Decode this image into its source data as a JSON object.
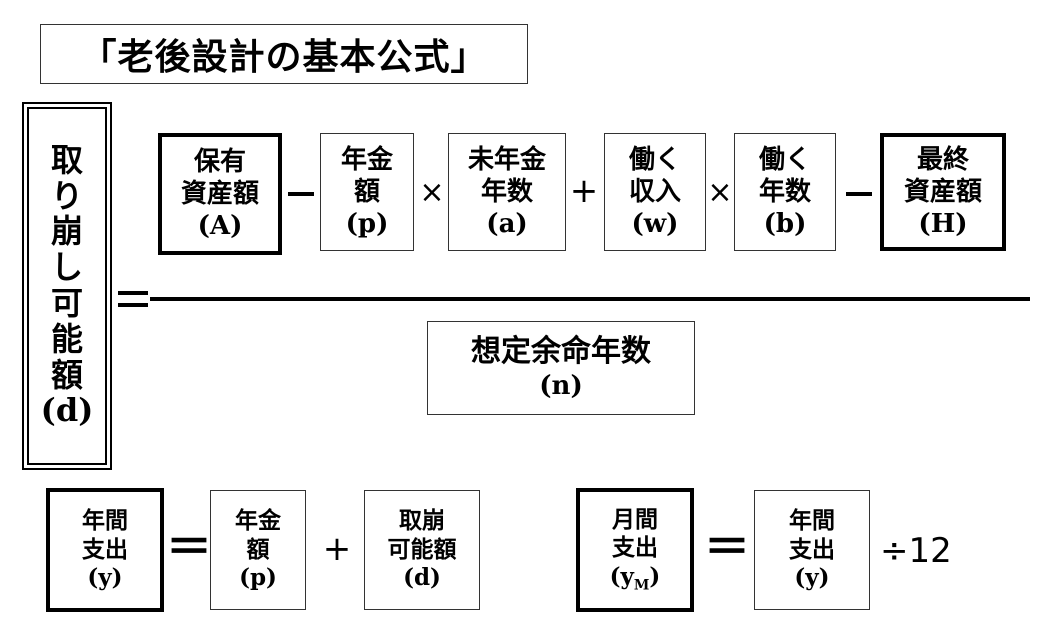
{
  "title": "「老後設計の基本公式」",
  "lhs": {
    "chars": [
      "取",
      "り",
      "崩",
      "し",
      "可",
      "能",
      "額",
      "(d)"
    ]
  },
  "numerator": {
    "A": {
      "line1": "保有",
      "line2": "資産額",
      "sym": "(A)"
    },
    "p": {
      "line1": "年金",
      "line2": "額",
      "sym": "(p)"
    },
    "a": {
      "line1": "未年金",
      "line2": "年数",
      "sym": "(a)"
    },
    "w": {
      "line1": "働く",
      "line2": "収入",
      "sym": "(w)"
    },
    "b": {
      "line1": "働く",
      "line2": "年数",
      "sym": "(b)"
    },
    "H": {
      "line1": "最終",
      "line2": "資産額",
      "sym": "(H)"
    }
  },
  "operators": {
    "minus": "−",
    "times": "×",
    "plus": "+",
    "equals": "＝",
    "divide12": "÷12"
  },
  "denominator": {
    "line1": "想定余命年数",
    "sym": "(n)"
  },
  "eq2": {
    "y": {
      "line1": "年間",
      "line2": "支出",
      "sym": "(y)"
    },
    "p": {
      "line1": "年金",
      "line2": "額",
      "sym": "(p)"
    },
    "d": {
      "line1": "取崩",
      "line2": "可能額",
      "sym": "(d)"
    }
  },
  "eq3": {
    "yM": {
      "line1": "月間",
      "line2": "支出",
      "sym": "(y",
      "sub": "M",
      "close": ")"
    },
    "y": {
      "line1": "年間",
      "line2": "支出",
      "sym": "(y)"
    }
  }
}
